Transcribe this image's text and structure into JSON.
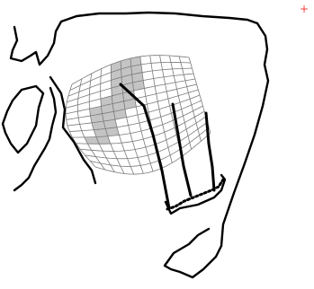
{
  "marker": {
    "symbol": "+",
    "color": "#ff3b3b"
  },
  "colors": {
    "outline": "#000000",
    "mesh": "#7a7a7a",
    "highlight_fill": "#c4c4c4",
    "background": "#ffffff"
  },
  "mesh": {
    "columns": 12,
    "rows": 14,
    "highlighted_cells": [
      [
        6,
        0
      ],
      [
        5,
        0
      ],
      [
        4,
        0
      ],
      [
        6,
        1
      ],
      [
        5,
        1
      ],
      [
        4,
        1
      ],
      [
        6,
        2
      ],
      [
        5,
        2
      ],
      [
        4,
        2
      ],
      [
        6,
        3
      ],
      [
        5,
        3
      ],
      [
        4,
        3
      ],
      [
        5,
        4
      ],
      [
        4,
        4
      ],
      [
        3,
        4
      ],
      [
        5,
        5
      ],
      [
        4,
        5
      ],
      [
        3,
        5
      ],
      [
        2,
        5
      ],
      [
        4,
        6
      ],
      [
        3,
        6
      ],
      [
        2,
        6
      ],
      [
        3,
        7
      ],
      [
        2,
        7
      ],
      [
        3,
        8
      ],
      [
        2,
        8
      ],
      [
        2,
        9
      ],
      [
        1,
        9
      ]
    ]
  }
}
